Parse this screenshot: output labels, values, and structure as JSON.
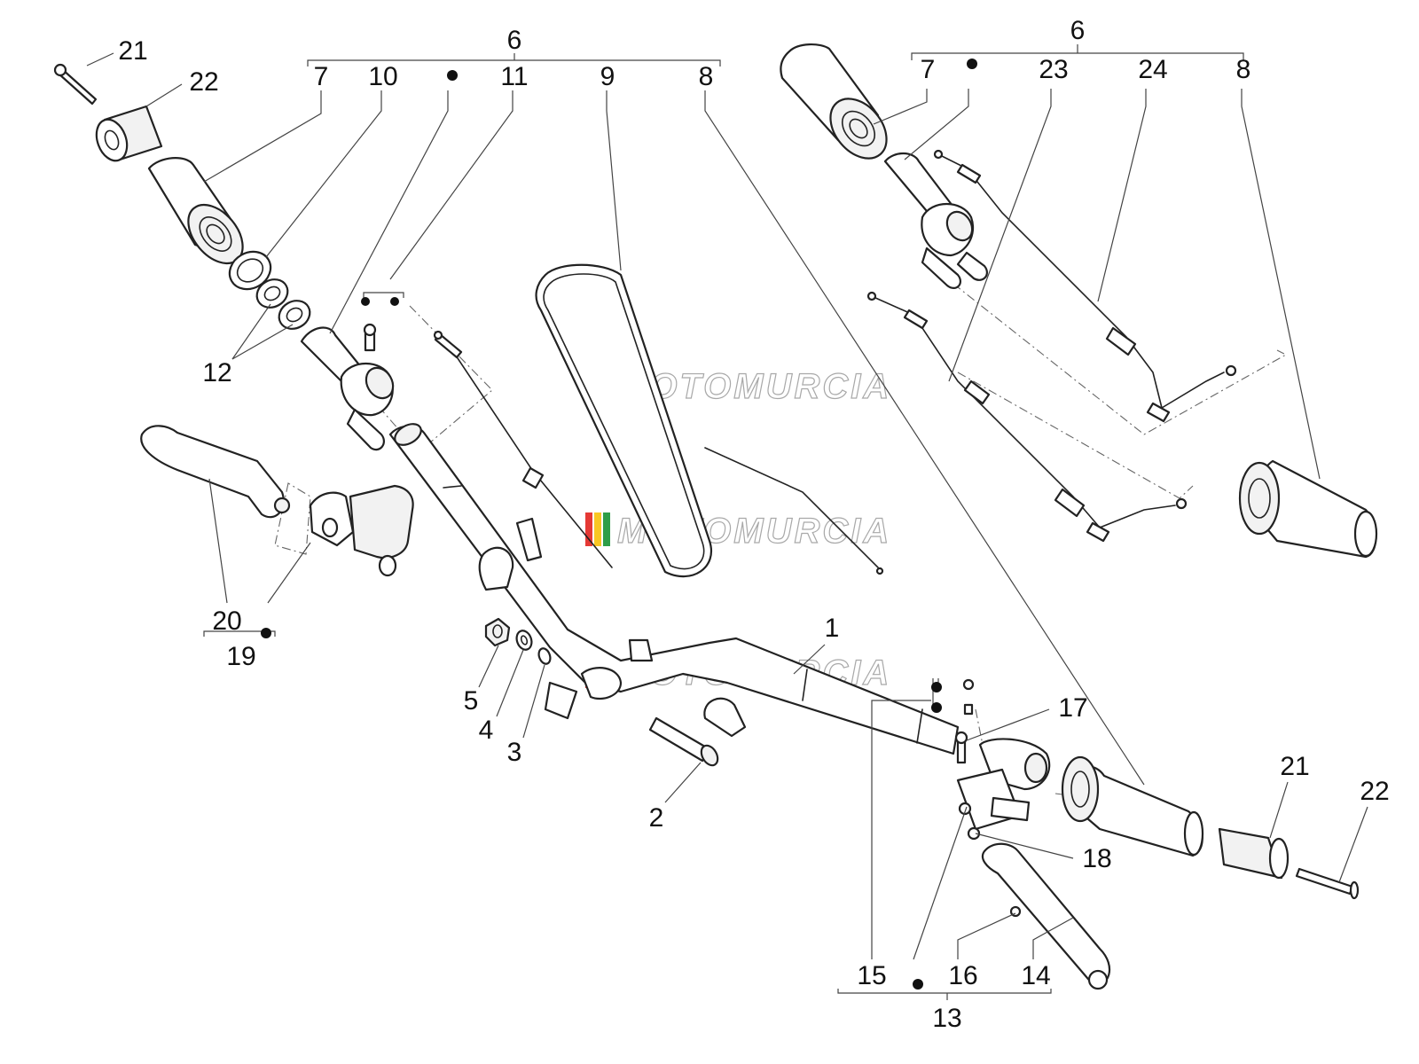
{
  "watermark": {
    "text": "MOTOMURCIA",
    "colors": [
      "#e53935",
      "#f9c623",
      "#2e9e48"
    ]
  },
  "labels": {
    "top_left_group": "6",
    "top_right_group": "6",
    "brake_group": "19",
    "lever_group": "13",
    "items": {
      "l1": "1",
      "l2": "2",
      "l3": "3",
      "l4": "4",
      "l5": "5",
      "l7a": "7",
      "l10": "10",
      "l11": "11",
      "l9": "9",
      "l8a": "8",
      "l7b": "7",
      "l23": "23",
      "l24": "24",
      "l8b": "8",
      "l12": "12",
      "l20": "20",
      "l21a": "21",
      "l22a": "22",
      "l21b": "21",
      "l22b": "22",
      "l17": "17",
      "l18": "18",
      "l15": "15",
      "l16": "16",
      "l14": "14"
    }
  }
}
